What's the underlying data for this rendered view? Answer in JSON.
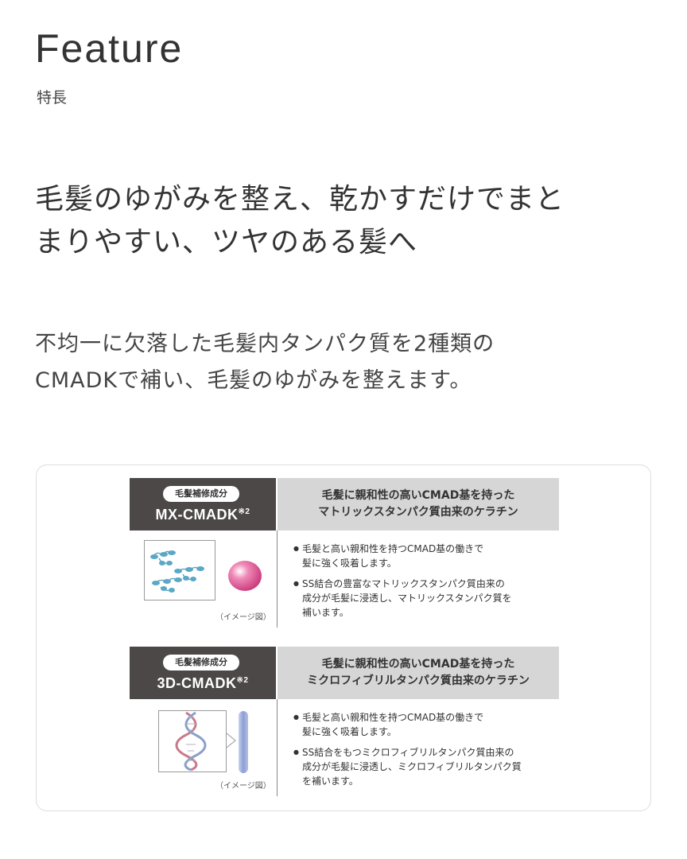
{
  "section": {
    "title_en": "Feature",
    "title_ja": "特長"
  },
  "lead": {
    "line1": "毛髪のゆがみを整え、乾かすだけでまと",
    "line2": "まりやすい、ツヤのある髪へ"
  },
  "sub": {
    "line1": "不均一に欠落した毛髪内タンパク質を2種類の",
    "line2": "CMADKで補い、毛髪のゆがみを整えます。"
  },
  "panels": [
    {
      "badge": "毛髪補修成分",
      "name": "MX-CMADK",
      "note": "※2",
      "headline1": "毛髪に親和性の高いCMAD基を持った",
      "headline2": "マトリックスタンパク質由来のケラチン",
      "caption": "（イメージ図）",
      "bullets": [
        {
          "l1": "毛髪と高い親和性を持つCMAD基の働きで",
          "l2": "髪に強く吸着します。",
          "l3": ""
        },
        {
          "l1": "SS結合の豊富なマトリックスタンパク質由来の",
          "l2": "成分が毛髪に浸透し、マトリックスタンパク質を",
          "l3": "補います。"
        }
      ]
    },
    {
      "badge": "毛髪補修成分",
      "name": "3D-CMADK",
      "note": "※2",
      "headline1": "毛髪に親和性の高いCMAD基を持った",
      "headline2": "ミクロフィブリルタンパク質由来のケラチン",
      "caption": "（イメージ図）",
      "bullets": [
        {
          "l1": "毛髪と高い親和性を持つCMAD基の働きで",
          "l2": "髪に強く吸着します。",
          "l3": ""
        },
        {
          "l1": "SS結合をもつミクロフィブリルタンパク質由来の",
          "l2": "成分が毛髪に浸透し、ミクロフィブリルタンパク質",
          "l3": "を補います。"
        }
      ]
    }
  ],
  "colors": {
    "dark_header": "#4c4848",
    "light_header": "#d6d6d6",
    "molecule": "#5aa8c6",
    "sphere": "#e0609a",
    "rod": "#9fb0d8"
  }
}
